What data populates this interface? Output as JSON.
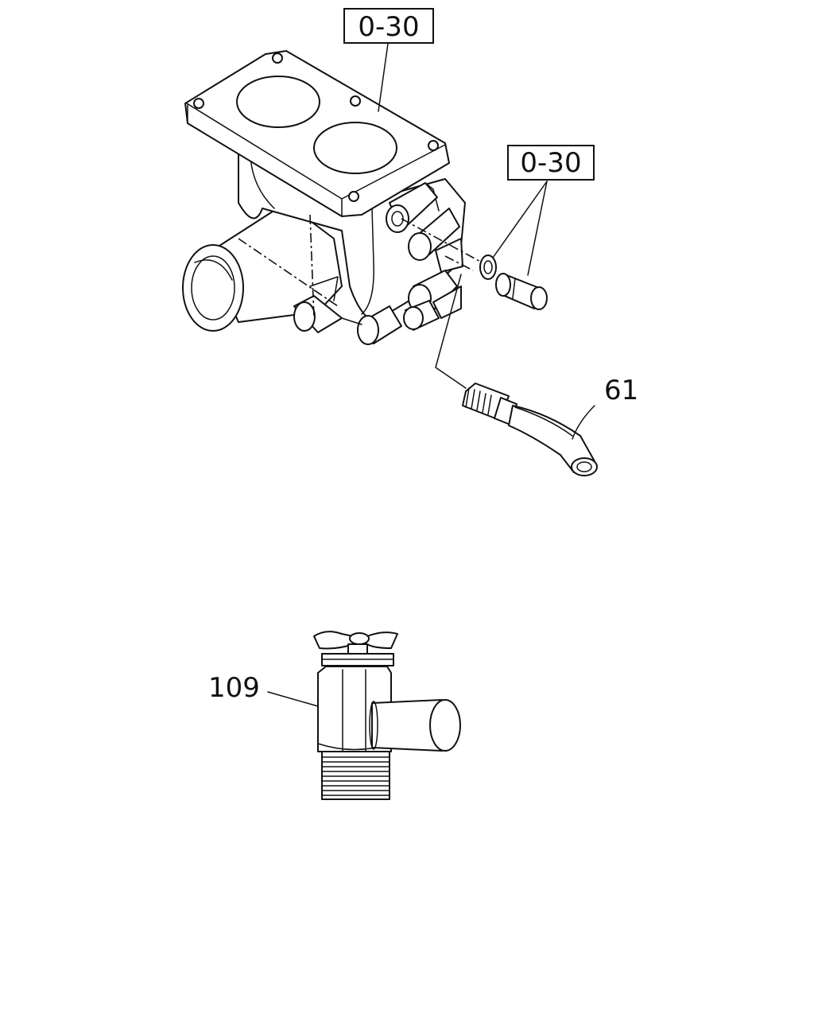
{
  "callouts": {
    "ref_top": "0-30",
    "ref_side": "0-30",
    "part_hose": "61",
    "part_valve": "109"
  }
}
